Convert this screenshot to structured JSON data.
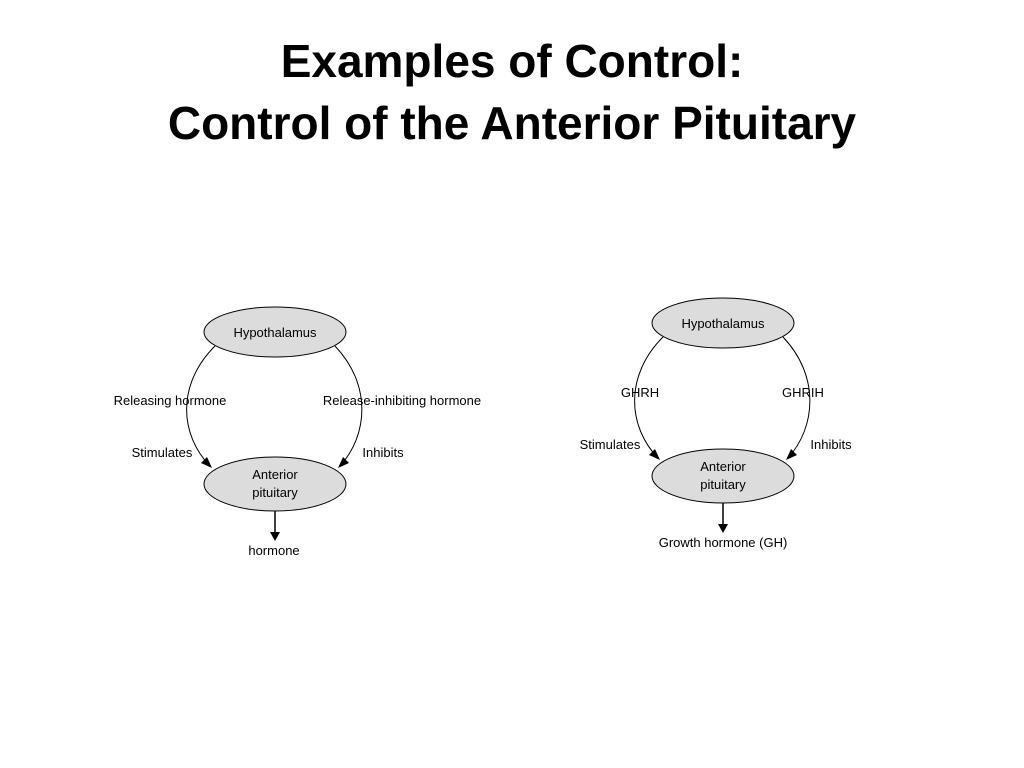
{
  "title": {
    "line1": "Examples of Control:",
    "line2": "Control of the Anterior Pituitary"
  },
  "left_diagram": {
    "top_node": "Hypothalamus",
    "bottom_node_line1": "Anterior",
    "bottom_node_line2": "pituitary",
    "left_label": "Releasing hormone",
    "right_label": "Release-inhibiting hormone",
    "left_effect": "Stimulates",
    "right_effect": "Inhibits",
    "output": "hormone"
  },
  "right_diagram": {
    "top_node": "Hypothalamus",
    "bottom_node_line1": "Anterior",
    "bottom_node_line2": "pituitary",
    "left_label": "GHRH",
    "right_label": "GHRIH",
    "left_effect": "Stimulates",
    "right_effect": "Inhibits",
    "output": "Growth hormone (GH)"
  }
}
